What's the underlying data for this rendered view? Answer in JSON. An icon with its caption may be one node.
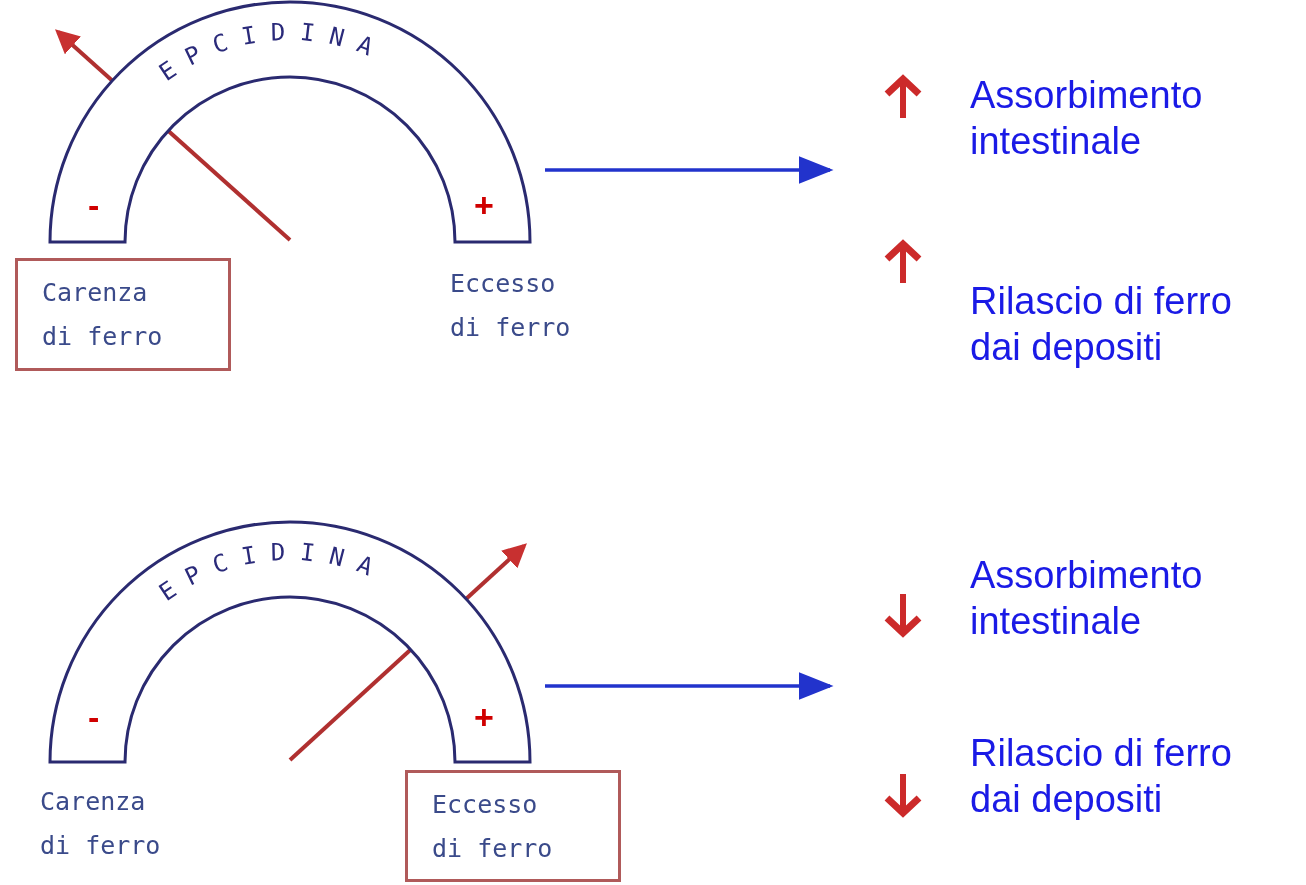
{
  "diagram": {
    "nodes": [
      {
        "text": [
          "EPCIDINA"
        ]
      },
      {
        "text": [
          "Carenza di ferro"
        ]
      },
      {
        "text": [
          "EPCIDINA"
        ]
      },
      {
        "text": [
          "Eccesso di ferro"
        ]
      }
    ],
    "edges": [
      {
        "from": 0,
        "to": null,
        "arrow": "to"
      },
      {
        "from": 2,
        "to": null,
        "arrow": "to"
      }
    ],
    "labels": [
      "-",
      "+",
      "Eccesso di ferro",
      "Assorbimento intestinale",
      "Rilascio di ferro dai depositi",
      "-",
      "+",
      "Carenza di ferro",
      "Assorbimento intestinale",
      "Rilascio di ferro dai depositi"
    ]
  }
}
